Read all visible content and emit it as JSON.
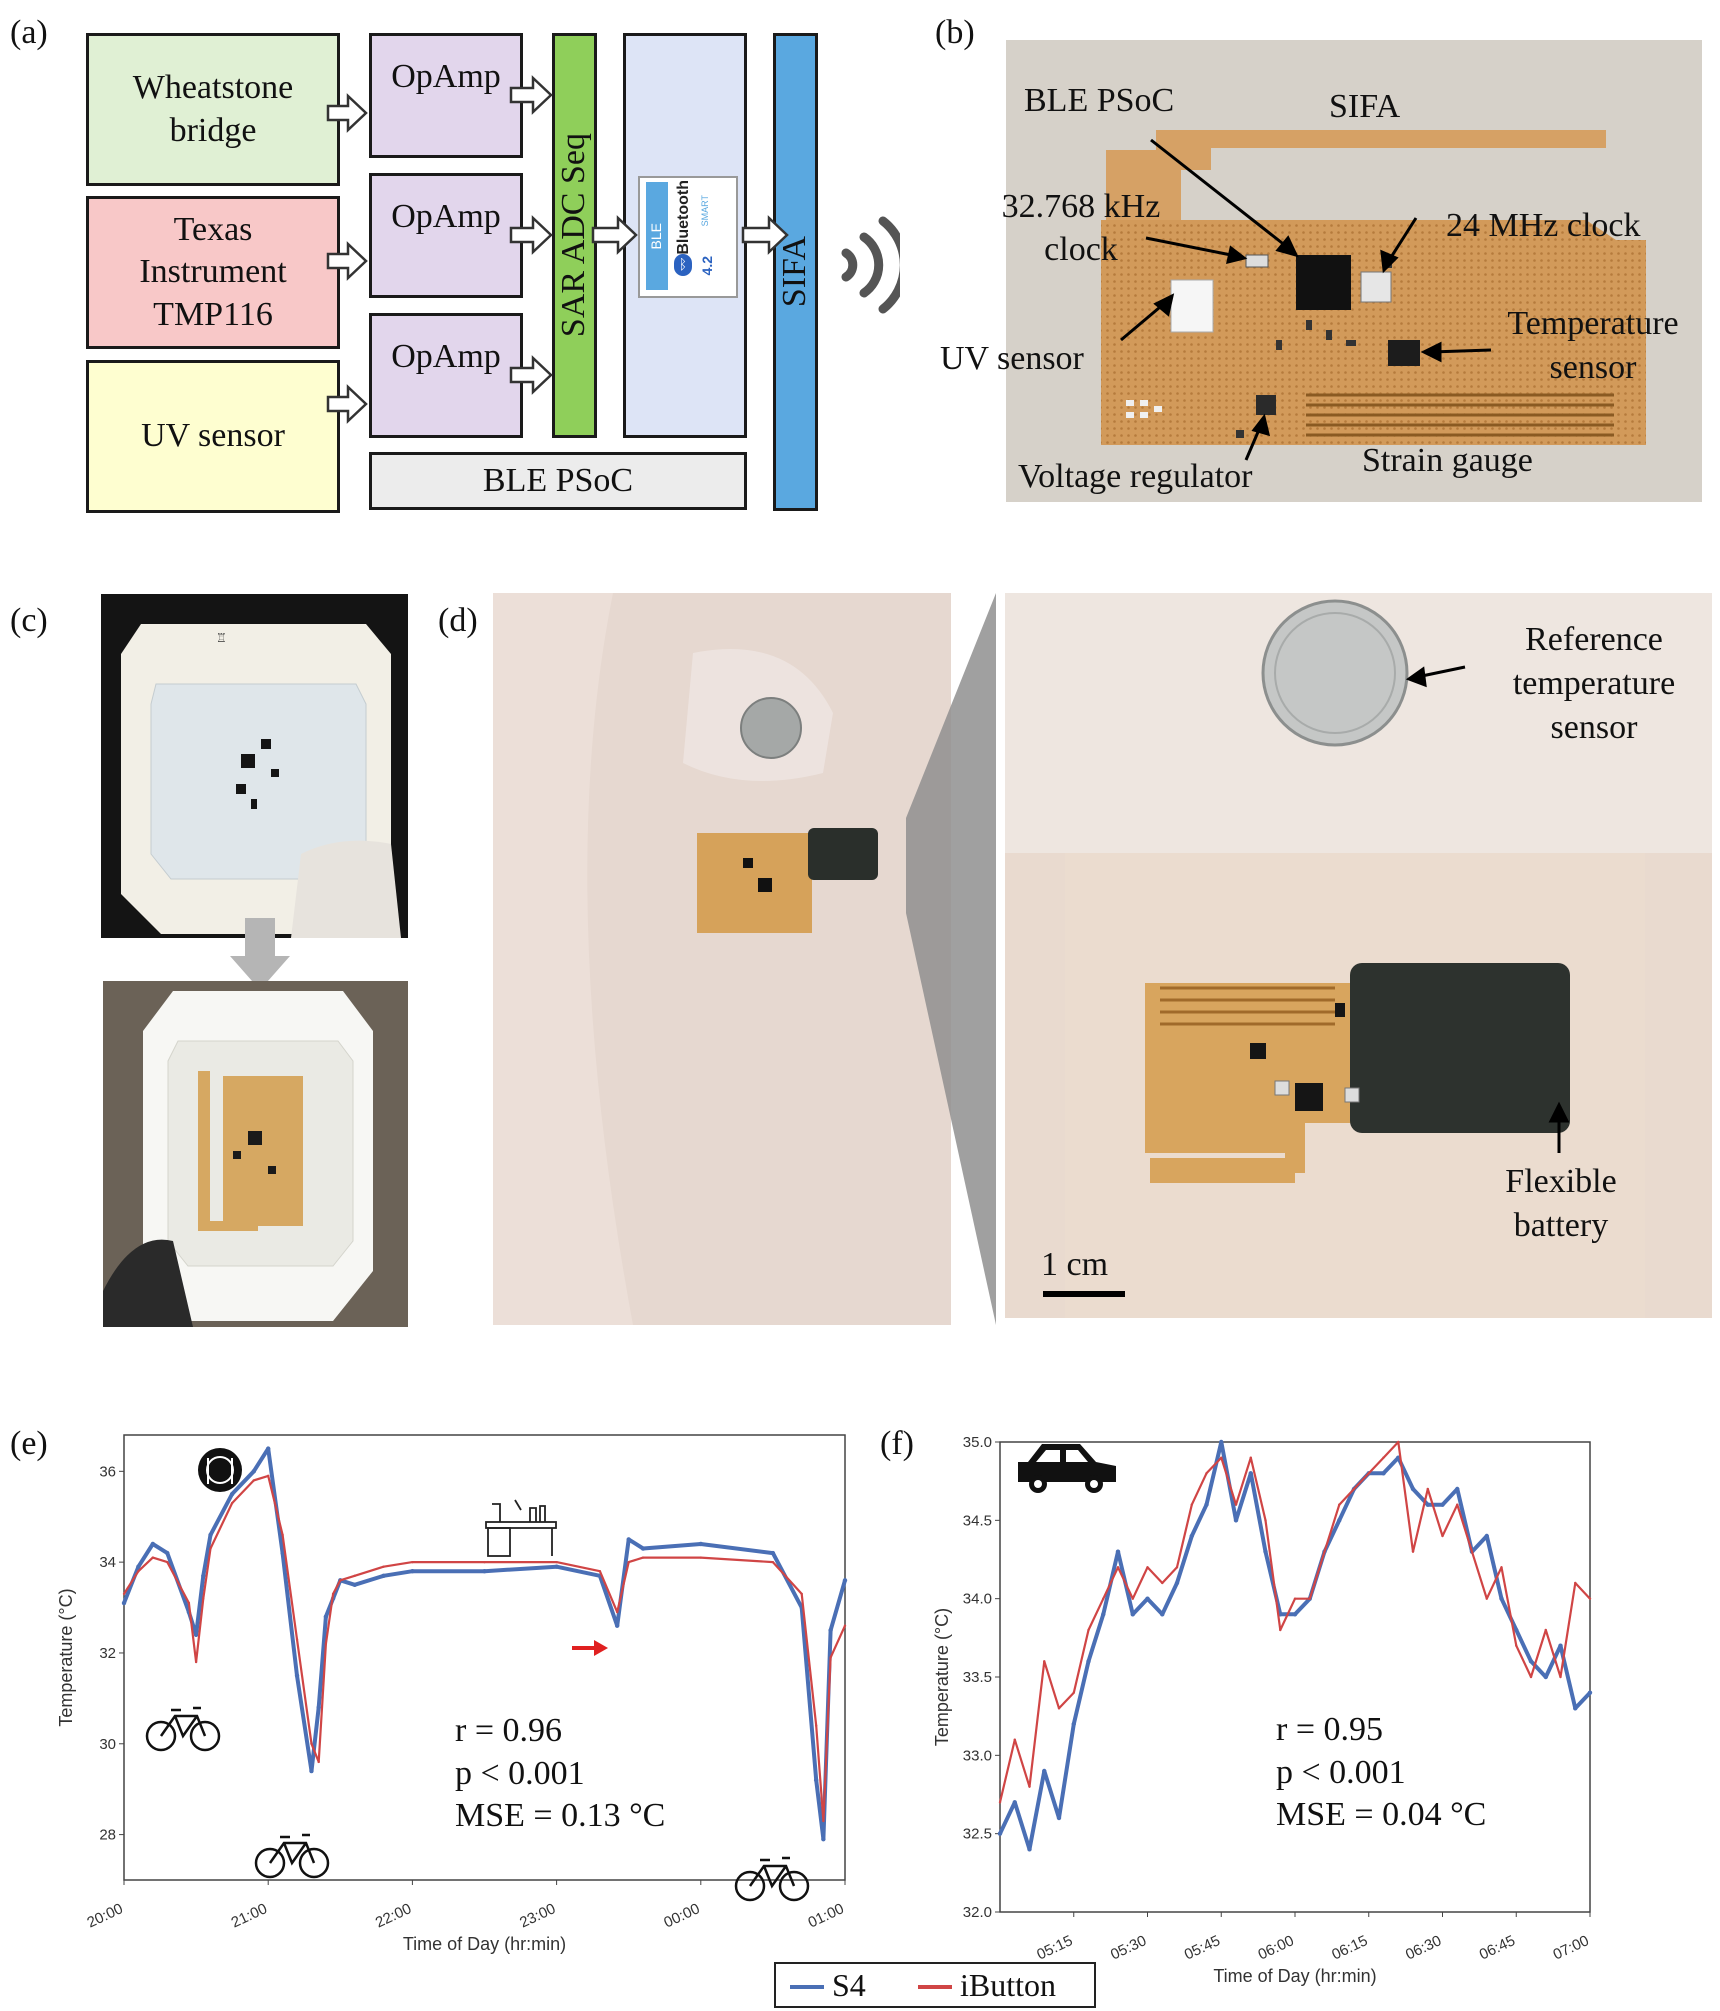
{
  "panels": {
    "a": "(a)",
    "b": "(b)",
    "c": "(c)",
    "d": "(d)",
    "e": "(e)",
    "f": "(f)"
  },
  "block_diagram": {
    "inputs": [
      "Wheatstone bridge",
      "Texas Instrument TMP116",
      "UV sensor"
    ],
    "opamp": "OpAmp",
    "adc": "SAR ADC Seq",
    "ble": "BLE",
    "bluetooth": "Bluetooth",
    "smart": "SMART",
    "version": "4.2",
    "sifa": "SIFA",
    "psoc": "BLE PSoC",
    "colors": {
      "green_block": "#e0f0d4",
      "red_block": "#f8c8c8",
      "yellow_block": "#fefed0",
      "opamp": "#e2d6ec",
      "adc": "#8fcf5a",
      "ble_bg": "#dde4f6",
      "sifa": "#5aa8e0",
      "psoc_bar": "#ececec"
    }
  },
  "board_labels": {
    "ble_psoc": "BLE PSoC",
    "sifa": "SIFA",
    "clock32": "32.768 kHz clock",
    "clock24": "24 MHz clock",
    "temp_sensor": "Temperature sensor",
    "uv_sensor": "UV sensor",
    "voltage_regulator": "Voltage regulator",
    "strain_gauge": "Strain gauge"
  },
  "d_labels": {
    "reference": "Reference temperature sensor",
    "battery": "Flexible battery",
    "scale": "1 cm"
  },
  "legend": {
    "s4": "S4",
    "ibutton": "iButton",
    "s4_color": "#4a6fb5",
    "ibutton_color": "#d04545"
  },
  "chart_data": [
    {
      "type": "line",
      "panel": "e",
      "xlabel": "Time of Day (hr:min)",
      "ylabel": "Temperature (°C)",
      "x_ticks": [
        "20:00",
        "21:00",
        "22:00",
        "23:00",
        "00:00",
        "01:00"
      ],
      "y_ticks": [
        28,
        30,
        32,
        34,
        36
      ],
      "ylim": [
        27,
        36.8
      ],
      "x_unit": "hours after 20:00",
      "xlim": [
        0,
        5.0
      ],
      "series": [
        {
          "name": "S4",
          "x": [
            0,
            0.1,
            0.2,
            0.3,
            0.45,
            0.5,
            0.55,
            0.6,
            0.75,
            0.9,
            1.0,
            1.1,
            1.2,
            1.3,
            1.35,
            1.4,
            1.45,
            1.5,
            1.6,
            1.8,
            2.0,
            2.5,
            3.0,
            3.3,
            3.42,
            3.5,
            3.6,
            4.0,
            4.5,
            4.7,
            4.8,
            4.85,
            4.9,
            5.0
          ],
          "y": [
            33.1,
            33.9,
            34.4,
            34.2,
            32.9,
            32.4,
            33.7,
            34.6,
            35.5,
            36.0,
            36.5,
            34.2,
            31.5,
            29.4,
            30.8,
            32.8,
            33.2,
            33.6,
            33.5,
            33.7,
            33.8,
            33.8,
            33.9,
            33.7,
            32.6,
            34.5,
            34.3,
            34.4,
            34.2,
            33.0,
            29.2,
            27.9,
            32.5,
            33.6
          ]
        },
        {
          "name": "iButton",
          "x": [
            0,
            0.1,
            0.2,
            0.3,
            0.45,
            0.5,
            0.55,
            0.6,
            0.75,
            0.9,
            1.0,
            1.1,
            1.2,
            1.3,
            1.35,
            1.4,
            1.45,
            1.5,
            1.6,
            1.8,
            2.0,
            2.5,
            3.0,
            3.3,
            3.42,
            3.5,
            3.6,
            4.0,
            4.5,
            4.7,
            4.8,
            4.85,
            4.9,
            5.0
          ],
          "y": [
            33.3,
            33.8,
            34.1,
            34.0,
            33.1,
            31.8,
            33.2,
            34.3,
            35.3,
            35.8,
            35.9,
            34.6,
            32.3,
            30.0,
            29.6,
            32.2,
            33.3,
            33.6,
            33.7,
            33.9,
            34.0,
            34.0,
            34.0,
            33.8,
            32.9,
            34.0,
            34.1,
            34.1,
            34.0,
            33.3,
            30.4,
            28.3,
            31.9,
            32.6
          ]
        }
      ],
      "annotations": {
        "r": "r = 0.96",
        "p": "p < 0.001",
        "mse": "MSE = 0.13 °C"
      },
      "icons": [
        "dining-icon",
        "bicycle-icon",
        "desk-icon",
        "bicycle-icon",
        "bicycle-icon",
        "red-arrow"
      ]
    },
    {
      "type": "line",
      "panel": "f",
      "xlabel": "Time of Day (hr:min)",
      "ylabel": "Temperature (°C)",
      "x_ticks": [
        "05:15",
        "05:30",
        "05:45",
        "06:00",
        "06:15",
        "06:30",
        "06:45",
        "07:00"
      ],
      "y_ticks": [
        "32.0",
        "32.5",
        "33.0",
        "33.5",
        "34.0",
        "34.5",
        "35.0"
      ],
      "ylim": [
        32.0,
        35.0
      ],
      "x_unit": "minutes after 05:00",
      "xlim": [
        0,
        120
      ],
      "series": [
        {
          "name": "S4",
          "x": [
            0,
            3,
            6,
            9,
            12,
            15,
            18,
            21,
            24,
            27,
            30,
            33,
            36,
            39,
            42,
            45,
            48,
            51,
            54,
            57,
            60,
            63,
            66,
            69,
            72,
            75,
            78,
            81,
            84,
            87,
            90,
            93,
            96,
            99,
            102,
            105,
            108,
            111,
            114,
            117,
            120
          ],
          "y": [
            32.5,
            32.7,
            32.4,
            32.9,
            32.6,
            33.2,
            33.6,
            33.9,
            34.3,
            33.9,
            34.0,
            33.9,
            34.1,
            34.4,
            34.6,
            35.0,
            34.5,
            34.8,
            34.3,
            33.9,
            33.9,
            34.0,
            34.3,
            34.5,
            34.7,
            34.8,
            34.8,
            34.9,
            34.7,
            34.6,
            34.6,
            34.7,
            34.3,
            34.4,
            34.0,
            33.8,
            33.6,
            33.5,
            33.7,
            33.3,
            33.4
          ]
        },
        {
          "name": "iButton",
          "x": [
            0,
            3,
            6,
            9,
            12,
            15,
            18,
            21,
            24,
            27,
            30,
            33,
            36,
            39,
            42,
            45,
            48,
            51,
            54,
            57,
            60,
            63,
            66,
            69,
            72,
            75,
            78,
            81,
            84,
            87,
            90,
            93,
            96,
            99,
            102,
            105,
            108,
            111,
            114,
            117,
            120
          ],
          "y": [
            32.7,
            33.1,
            32.8,
            33.6,
            33.3,
            33.4,
            33.8,
            34.0,
            34.2,
            34.0,
            34.2,
            34.1,
            34.2,
            34.6,
            34.8,
            34.9,
            34.6,
            34.9,
            34.5,
            33.8,
            34.0,
            34.0,
            34.3,
            34.6,
            34.7,
            34.8,
            34.9,
            35.0,
            34.3,
            34.7,
            34.4,
            34.6,
            34.3,
            34.0,
            34.2,
            33.7,
            33.5,
            33.8,
            33.5,
            34.1,
            34.0
          ]
        }
      ],
      "annotations": {
        "r": "r = 0.95",
        "p": "p < 0.001",
        "mse": "MSE = 0.04 °C"
      },
      "icons": [
        "car-icon"
      ]
    }
  ]
}
